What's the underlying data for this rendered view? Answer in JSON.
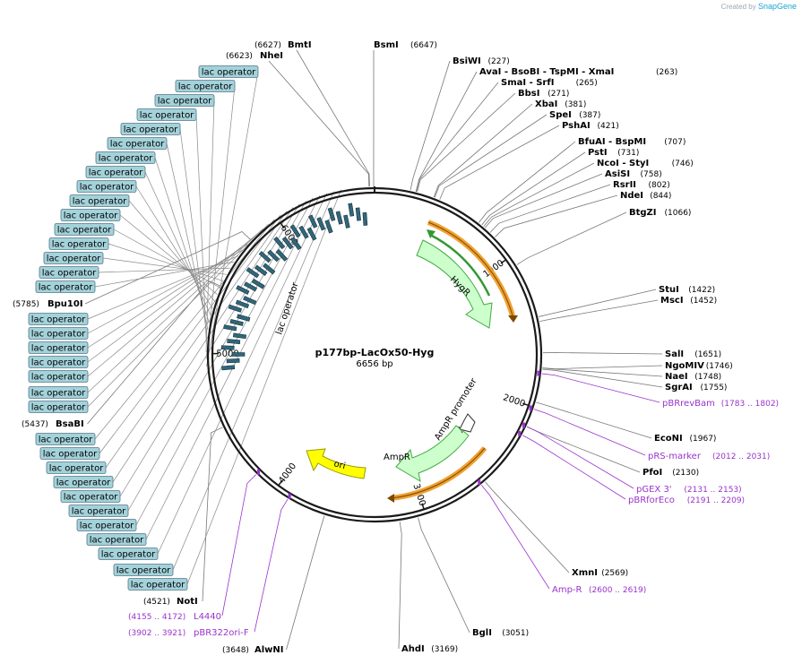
{
  "brand": {
    "prefix": "Created by",
    "name": "SnapGene"
  },
  "plasmid": {
    "name": "p177bp-LacOx50-Hyg",
    "length": "6656 bp"
  },
  "ticks": [
    "1000",
    "2000",
    "3000",
    "4000",
    "5000",
    "6000"
  ],
  "features": {
    "hygr": "HygR",
    "ampr": "AmpR",
    "ampr_promoter": "AmpR promoter",
    "ori": "ori",
    "lac_operator": "lac operator"
  },
  "sites_top": [
    {
      "name": "BsmI",
      "pos": "(6647)"
    },
    {
      "name": "BmtI",
      "pos": "(6627)"
    },
    {
      "name": "NheI",
      "pos": "(6623)"
    }
  ],
  "sites_right": [
    {
      "name": "BsiWI",
      "pos": "(227)"
    },
    {
      "name": "AvaI  - BsoBI  - TspMI  - XmaI",
      "pos": "(263)"
    },
    {
      "name": "SmaI  - SrfI",
      "pos": "(265)"
    },
    {
      "name": "BbsI",
      "pos": "(271)"
    },
    {
      "name": "XbaI",
      "pos": "(381)"
    },
    {
      "name": "SpeI",
      "pos": "(387)"
    },
    {
      "name": "PshAI",
      "pos": "(421)"
    },
    {
      "name": "BfuAI  - BspMI",
      "pos": "(707)"
    },
    {
      "name": "PstI",
      "pos": "(731)"
    },
    {
      "name": "NcoI  - StyI",
      "pos": "(746)"
    },
    {
      "name": "AsiSI",
      "pos": "(758)"
    },
    {
      "name": "RsrII",
      "pos": "(802)"
    },
    {
      "name": "NdeI",
      "pos": "(844)"
    },
    {
      "name": "BtgZI",
      "pos": "(1066)"
    },
    {
      "name": "StuI",
      "pos": "(1422)"
    },
    {
      "name": "MscI",
      "pos": "(1452)"
    },
    {
      "name": "SalI",
      "pos": "(1651)"
    },
    {
      "name": "NgoMIV",
      "pos": "(1746)"
    },
    {
      "name": "NaeI",
      "pos": "(1748)"
    },
    {
      "name": "SgrAI",
      "pos": "(1755)"
    },
    {
      "name": "EcoNI",
      "pos": "(1967)"
    },
    {
      "name": "PfoI",
      "pos": "(2130)"
    },
    {
      "name": "XmnI",
      "pos": "(2569)"
    },
    {
      "name": "BglI",
      "pos": "(3051)"
    },
    {
      "name": "AhdI",
      "pos": "(3169)"
    }
  ],
  "sites_left": [
    {
      "name": "Bpu10I",
      "pos": "(5785)"
    },
    {
      "name": "BsaBI",
      "pos": "(5437)"
    },
    {
      "name": "NotI",
      "pos": "(4521)"
    },
    {
      "name": "AlwNI",
      "pos": "(3648)"
    }
  ],
  "primers_right": [
    {
      "name": "pBRrevBam",
      "pos": "(1783 .. 1802)"
    },
    {
      "name": "pRS-marker",
      "pos": "(2012 .. 2031)"
    },
    {
      "name": "pGEX 3'",
      "pos": "(2131 .. 2153)"
    },
    {
      "name": "pBRforEco",
      "pos": "(2191 .. 2209)"
    },
    {
      "name": "Amp-R",
      "pos": "(2600 .. 2619)"
    }
  ],
  "primers_left": [
    {
      "name": "L4440",
      "pos": "(4155 .. 4172)"
    },
    {
      "name": "pBR322ori-F",
      "pos": "(3902 .. 3921)"
    }
  ],
  "lac_labels": [
    "lac operator",
    "lac operator",
    "lac operator",
    "lac operator",
    "lac operator",
    "lac operator",
    "lac operator",
    "lac operator",
    "lac operator",
    "lac operator",
    "lac operator",
    "lac operator",
    "lac operator",
    "lac operator",
    "lac operator",
    "lac operator",
    "lac operator",
    "lac operator",
    "lac operator",
    "lac operator",
    "lac operator",
    "lac operator",
    "lac operator",
    "lac operator",
    "lac operator",
    "lac operator",
    "lac operator",
    "lac operator",
    "lac operator",
    "lac operator",
    "lac operator",
    "lac operator",
    "lac operator",
    "lac operator",
    "lac operator",
    "lac operator"
  ],
  "colors": {
    "backbone": "#1a1a1a",
    "hygr_fill": "#ccffcc",
    "ampr_fill": "#ccffcc",
    "ori_fill": "#ffff00",
    "lac_box_fill": "#a3d2da",
    "lac_feature": "#336677",
    "orf_orange": "#f0a030",
    "orf_green": "#339933",
    "primer": "#9933cc"
  }
}
